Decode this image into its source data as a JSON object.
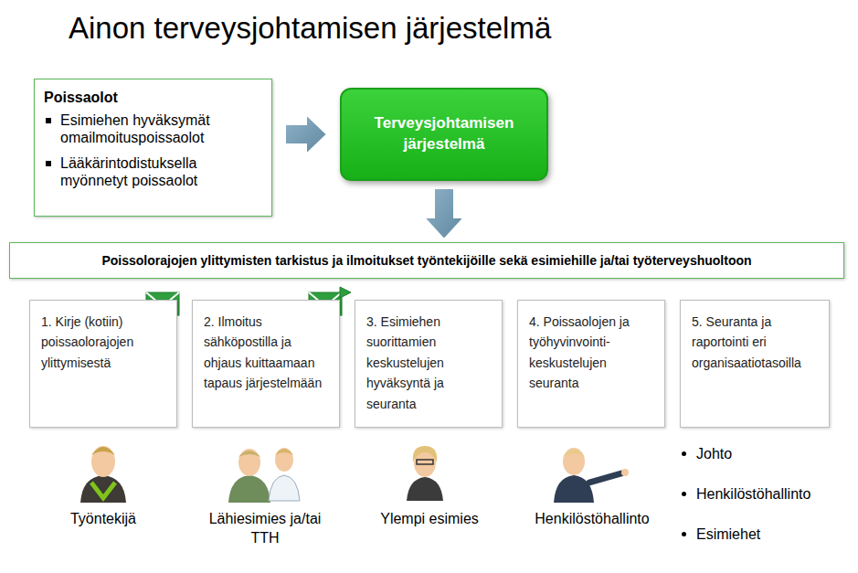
{
  "diagram": {
    "title": "Ainon terveysjohtamisen järjestelmä",
    "nodes": [
      {
        "text": [
          "Poissaolot",
          "Esimiehen hyväksymät omailmoituspoissaolot",
          "Lääkärintodistuksella myönnetyt poissaolot"
        ]
      },
      {
        "text": [
          "Terveysjohtamisen järjestelmä"
        ]
      },
      {
        "text": [
          "Poissolorajojen ylittymisten tarkistus ja ilmoitukset työntekijöille sekä esimiehille ja/tai työterveyshuoltoon"
        ]
      },
      {
        "text": [
          "1. Kirje (kotiin) poissaolorajojen ylittymisestä"
        ]
      },
      {
        "text": [
          "2. Ilmoitus sähköpostilla ja ohjaus kuittaamaan tapaus järjestelmään"
        ]
      },
      {
        "text": [
          "3. Esimiehen suorittamien keskustelujen hyväksyntä ja seuranta"
        ]
      },
      {
        "text": [
          "4. Poissaolojen ja työhyvinvointi- keskustelujen seuranta"
        ]
      },
      {
        "text": [
          "5. Seuranta ja raportointi eri organisaatiotasoilla"
        ]
      }
    ],
    "edges": [
      {
        "from": 0,
        "to": 1,
        "arrow": "to"
      },
      {
        "from": 1,
        "to": 2,
        "arrow": "to"
      }
    ],
    "labels": [
      "Työntekijä",
      "Lähiesimies ja/tai TTH",
      "Ylempi esimies",
      "Henkilöstöhallinto",
      "Johto",
      "Henkilöstöhallinto",
      "Esimiehet"
    ]
  }
}
